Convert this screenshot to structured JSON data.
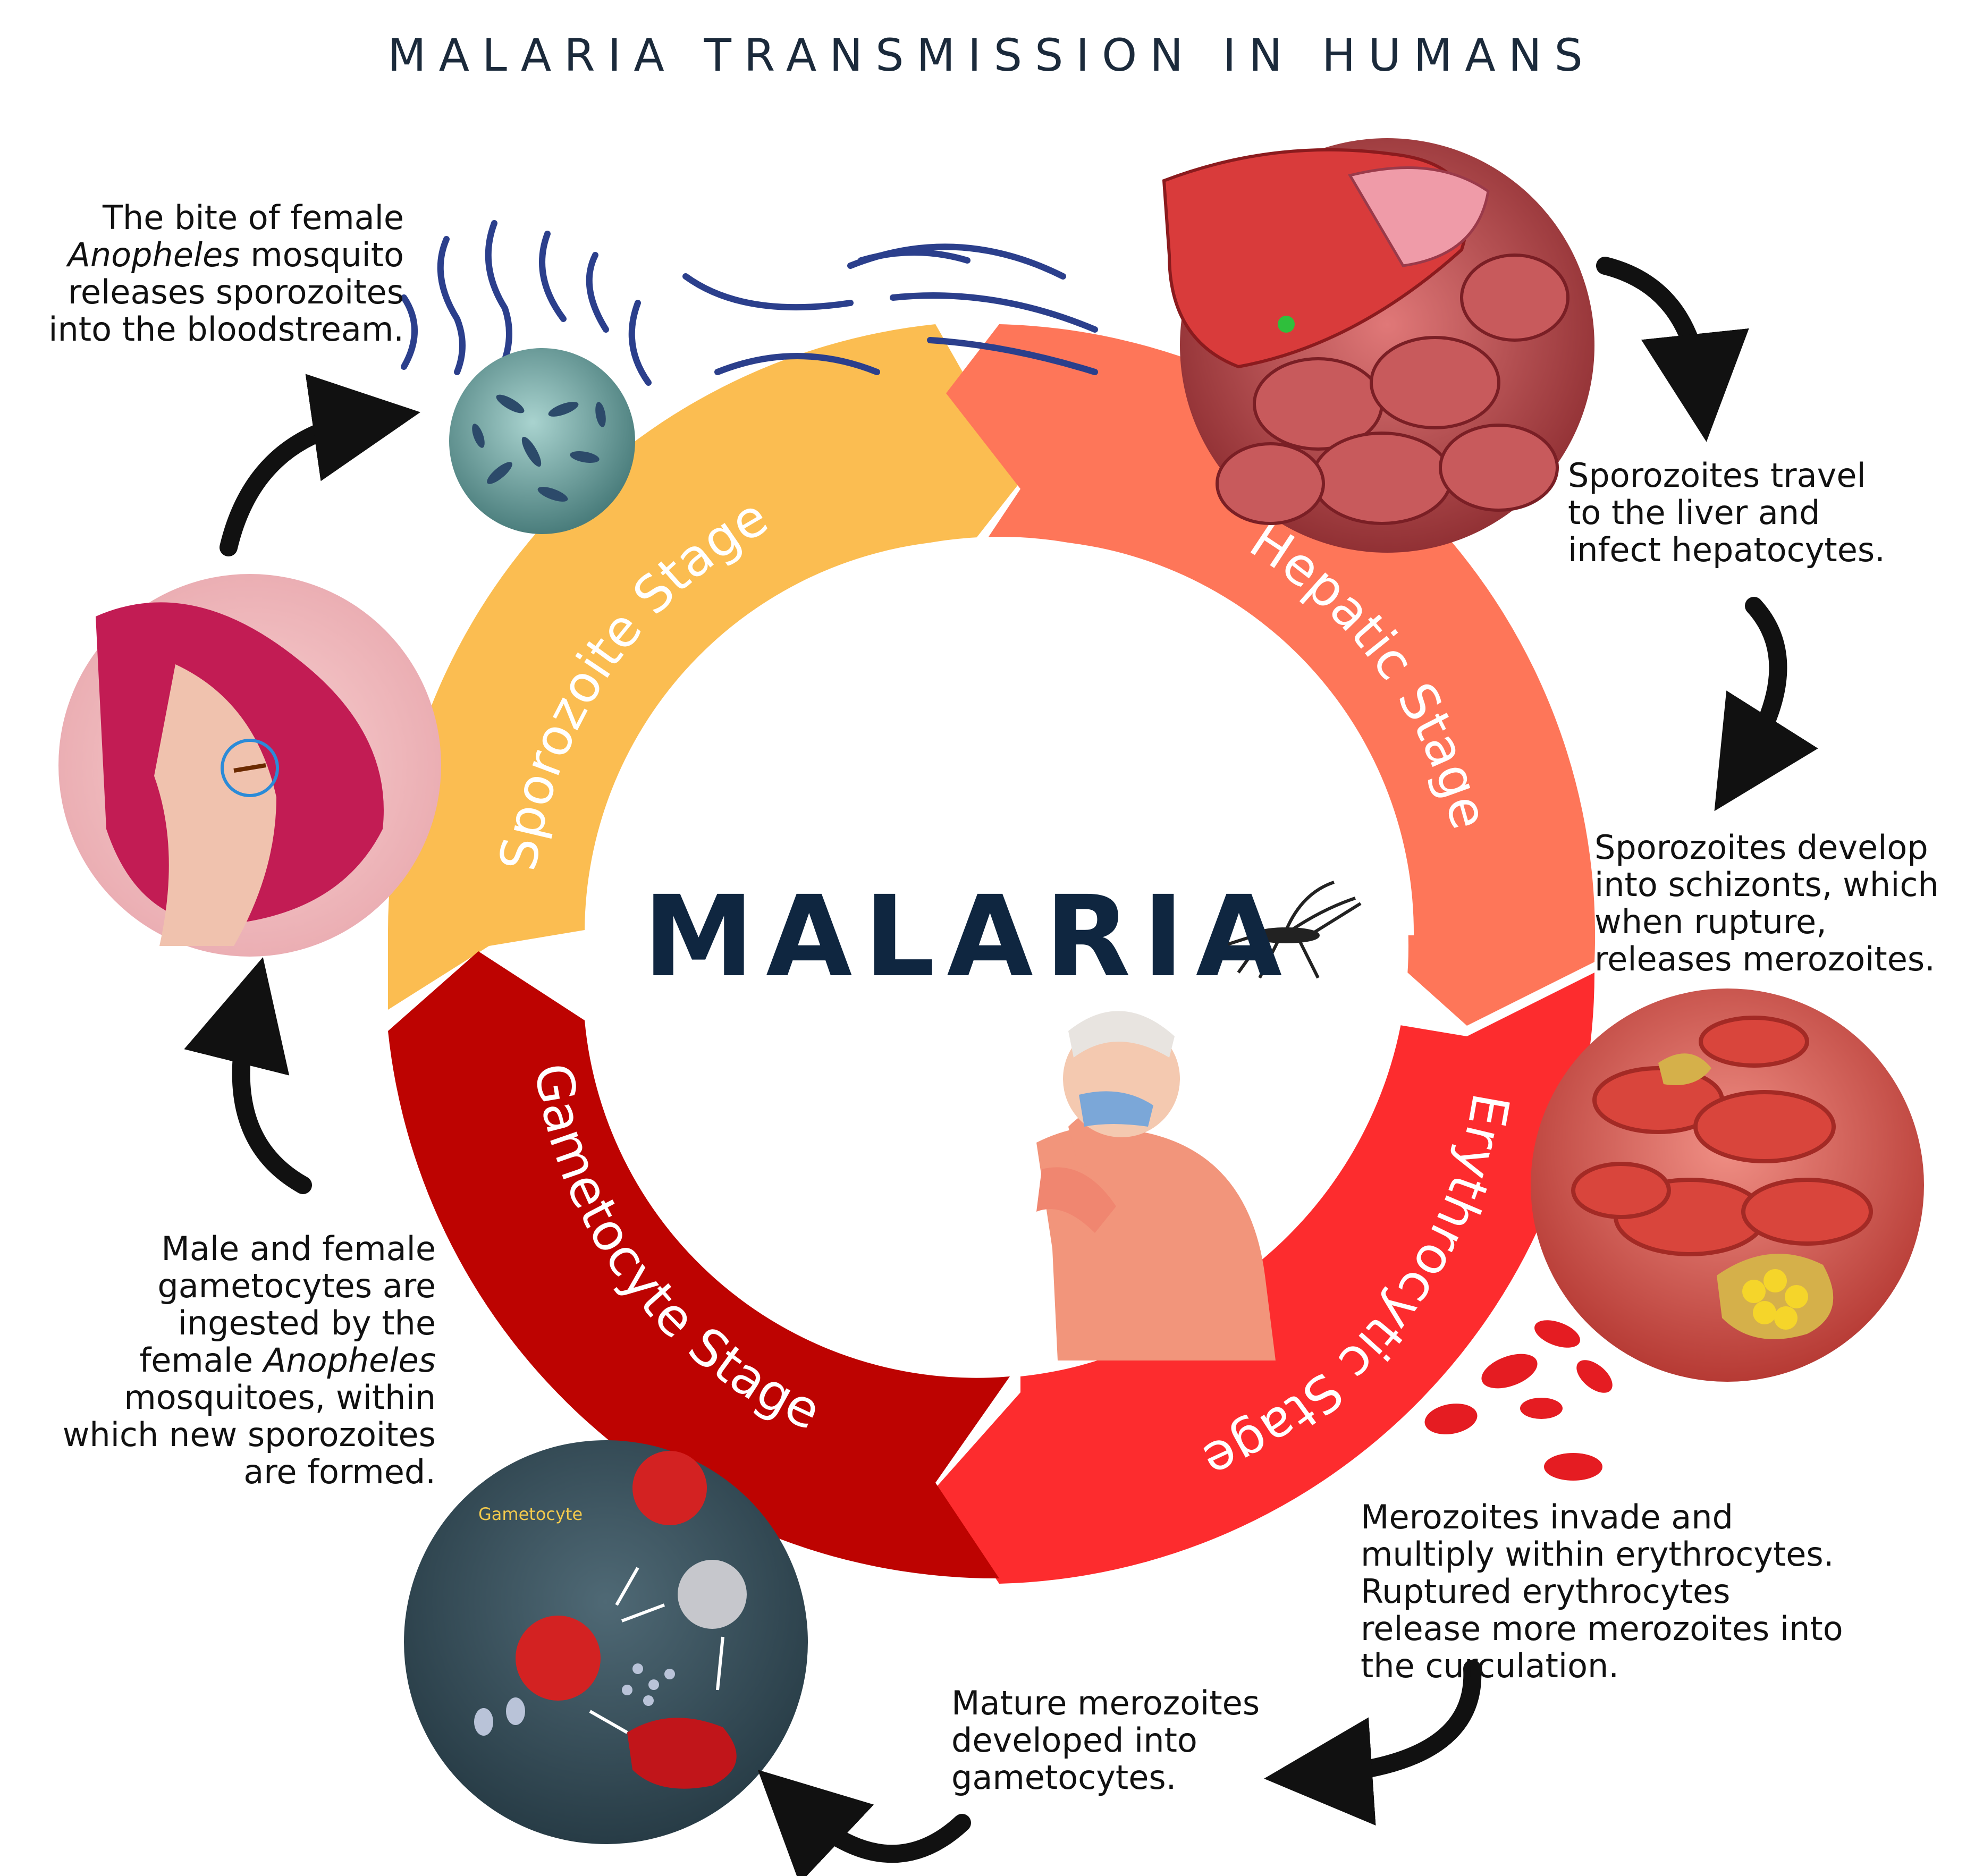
{
  "title": "MALARIA TRANSMISSION IN HUMANS",
  "center_label": "MALARIA",
  "stages": {
    "sporozoite": "Sporozoite Stage",
    "hepatic": "Hepatic Stage",
    "erythrocytic": "Erythrocytic Stage",
    "gametocyte": "Gametocyte Stage"
  },
  "colors": {
    "sporozoite": "#fbbd51",
    "hepatic": "#fe7659",
    "erythrocytic": "#fd2c2e",
    "gametocyte": "#bd0301",
    "title": "#1b2a3b",
    "center_label": "#0f2640"
  },
  "captions": {
    "bite": {
      "line1": "The bite of female",
      "line2_italic": "Anopheles",
      "line2_rest": " mosquito",
      "line3": "releases sporozoites",
      "line4": "into the bloodstream."
    },
    "liver": {
      "line1": "Sporozoites travel",
      "line2": "to the liver and",
      "line3": "infect  hepatocytes."
    },
    "schizont": {
      "line1": "Sporozoites develop",
      "line2": "into schizonts, which",
      "line3": "when rupture,",
      "line4": "releases merozoites."
    },
    "erythro": {
      "line1": "Merozoites invade and",
      "line2": "multiply within erythrocytes.",
      "line3": "Ruptured erythrocytes",
      "line4": "release more merozoites into",
      "line5": "the curculation."
    },
    "mature": {
      "line1": "Mature merozoites",
      "line2": "developed into",
      "line3": "gametocytes."
    },
    "ingest": {
      "line1": "Male and female",
      "line2": "gametocytes are",
      "line3": "ingested  by the",
      "line4_plain": "female ",
      "line4_italic": "Anopheles",
      "line5": "mosquitoes, within",
      "line6": "which new sporozoites",
      "line7": "are formed."
    }
  },
  "gametocyte_image_label": "Gametocyte",
  "icons": {
    "sporozoite_cell": "sporozoite-cell-icon",
    "liver": "liver-tissue-icon",
    "blood_cells": "red-blood-cells-icon",
    "gametocyte_cycle": "gametocyte-cycle-icon",
    "arm_bite": "mosquito-bite-arm-icon",
    "mosquito": "mosquito-icon",
    "sick_person": "coughing-person-icon",
    "cycle_arrow": "curved-arrow-icon"
  }
}
